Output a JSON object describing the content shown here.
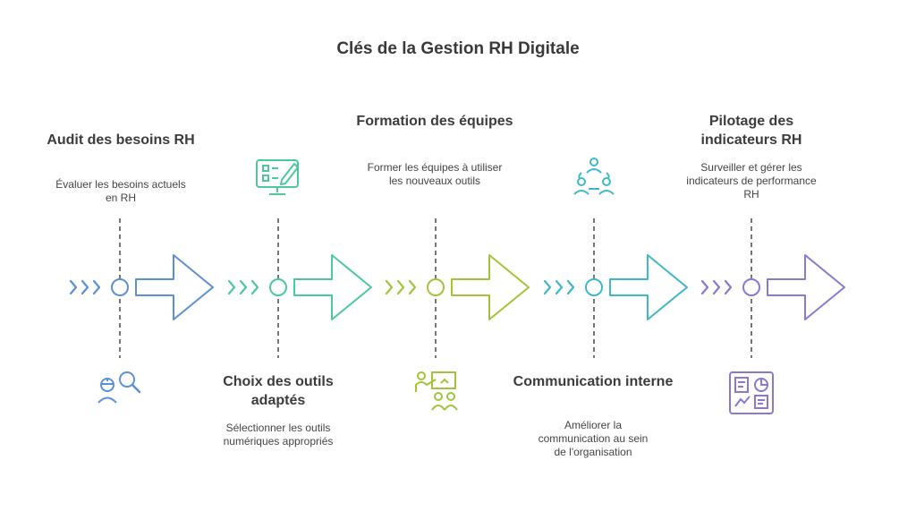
{
  "title": "Clés de la Gestion RH Digitale",
  "steps": [
    {
      "heading": "Audit des besoins RH",
      "description": "Évaluer les besoins actuels en RH",
      "position": "top",
      "icon": "auditor-search-icon",
      "color": "#5b8fd6"
    },
    {
      "heading": "Choix des outils adaptés",
      "description": "Sélectionner les outils numériques appropriés",
      "position": "bottom",
      "icon": "screen-checklist-pencil-icon",
      "color": "#4cc99a"
    },
    {
      "heading": "Formation des équipes",
      "description": "Former les équipes à utiliser les nouveaux outils",
      "position": "top",
      "icon": "trainer-presentation-icon",
      "color": "#a2c43a"
    },
    {
      "heading": "Communication interne",
      "description": "Améliorer la communication au sein de l'organisation",
      "position": "bottom",
      "icon": "team-network-icon",
      "color": "#3fb8c9"
    },
    {
      "heading": "Pilotage des indicateurs RH",
      "description": "Surveiller et gérer les indicateurs de performance RH",
      "position": "top",
      "icon": "dashboard-icon",
      "color": "#8b78d0"
    }
  ]
}
